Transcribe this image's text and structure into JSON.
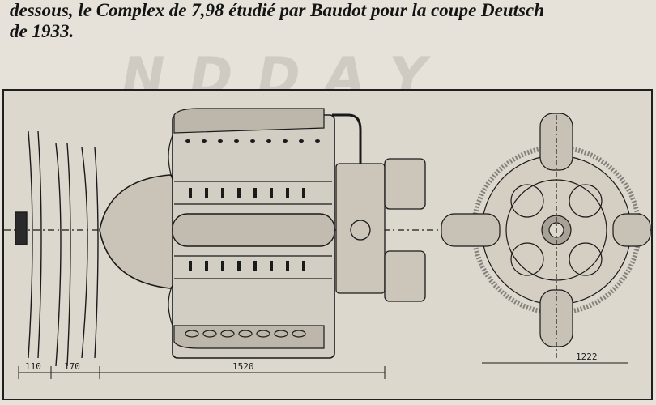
{
  "caption": {
    "line1": "dessous, le Complex de 7,98 étudié par Baudot pour la coupe Deutsch",
    "line2": "de 1933."
  },
  "drawing": {
    "dimensions": [
      "110",
      "170",
      "1520",
      "1222"
    ]
  },
  "colors": {
    "paper": "#e6e2d9",
    "ink": "#1a1a1a",
    "drawing_bg": "#ddd8ce"
  }
}
